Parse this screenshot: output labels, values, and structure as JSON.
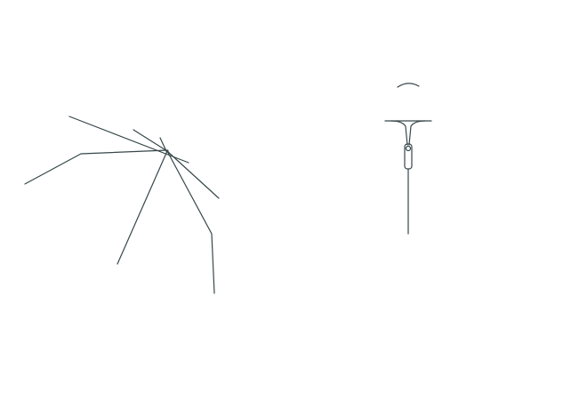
{
  "canvas": {
    "background": "#ffffff",
    "line_color": "#37474a"
  },
  "figures": [
    {
      "name": "umbrella-side-view",
      "description_parts": [
        "ribs",
        "stretchers",
        "shaft"
      ]
    },
    {
      "name": "umbrella-top-view",
      "description_parts": [
        "canopy-arc",
        "top-bar",
        "runner",
        "handle-tube",
        "shaft"
      ]
    }
  ]
}
